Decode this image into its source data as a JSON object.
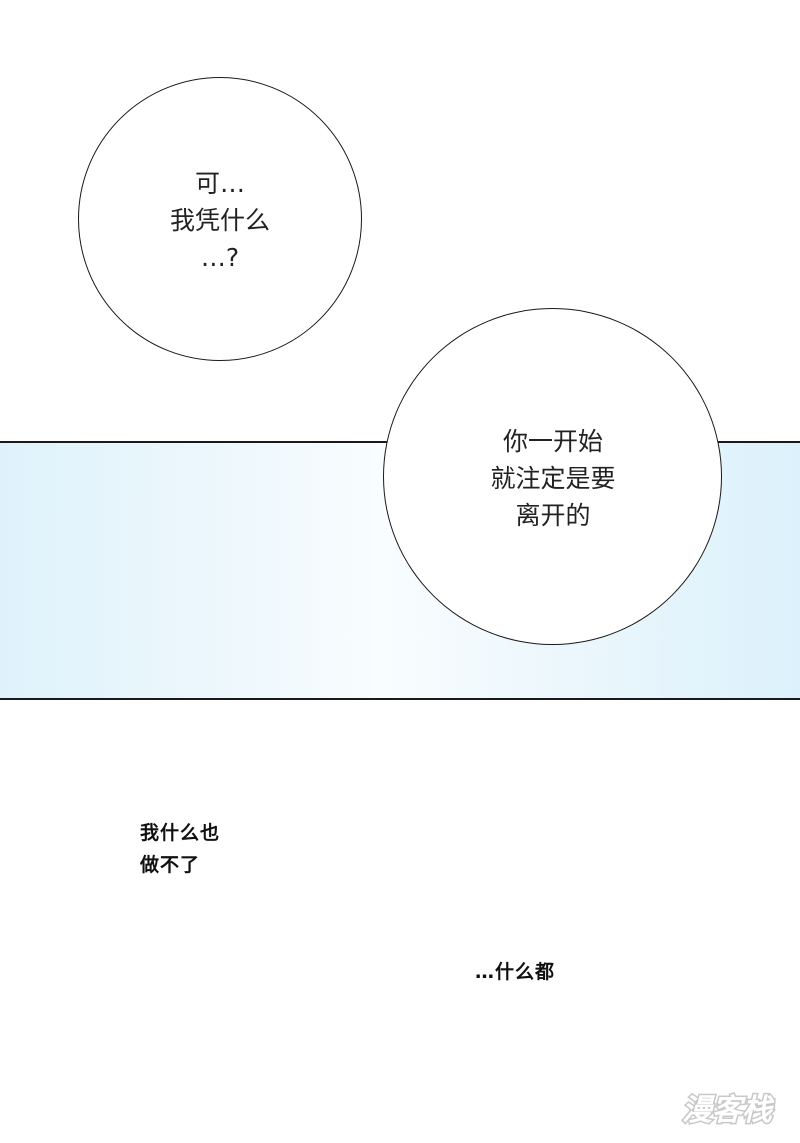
{
  "bubbles": {
    "first": {
      "lines": [
        "可…",
        "我凭什么",
        "…?"
      ]
    },
    "second": {
      "lines": [
        "你一开始",
        "就注定是要",
        "离开的"
      ]
    }
  },
  "narration": {
    "first": {
      "lines": [
        "我什么也",
        "做不了"
      ]
    },
    "second": {
      "lines": [
        "…什么都"
      ]
    }
  },
  "panel": {
    "band_color": "#e6f5fc",
    "border_color": "#1a1a1a"
  },
  "watermark": {
    "text": "漫客栈"
  }
}
